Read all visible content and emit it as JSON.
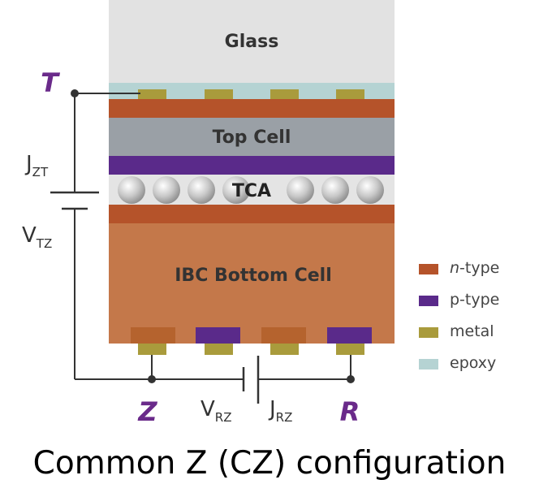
{
  "layers": {
    "glass": "Glass",
    "top_cell": "Top Cell",
    "tca": "TCA",
    "bottom_cell": "IBC Bottom Cell"
  },
  "terminals": {
    "t": "T",
    "z": "Z",
    "r": "R"
  },
  "labels": {
    "j_zt": "J",
    "j_zt_sub": "ZT",
    "v_tz": "V",
    "v_tz_sub": "TZ",
    "v_rz": "V",
    "v_rz_sub": "RZ",
    "j_rz": "J",
    "j_rz_sub": "RZ"
  },
  "legend": [
    {
      "italic": "n",
      "text": "-type",
      "color": "#b5532a"
    },
    {
      "italic": "",
      "text": "p-type",
      "color": "#5a2a8a"
    },
    {
      "italic": "",
      "text": "metal",
      "color": "#a99b3c"
    },
    {
      "italic": "",
      "text": "epoxy",
      "color": "#b5d3d3"
    }
  ],
  "colors": {
    "glass": "#e2e2e2",
    "epoxy": "#b5d3d3",
    "n_type": "#b5532a",
    "p_type": "#5a2a8a",
    "metal": "#a99b3c",
    "top_cell": "#9aa0a6",
    "bottom_cell": "#c4784a",
    "terminal": "#6a2a8a"
  },
  "caption": "Common Z (CZ) configuration"
}
